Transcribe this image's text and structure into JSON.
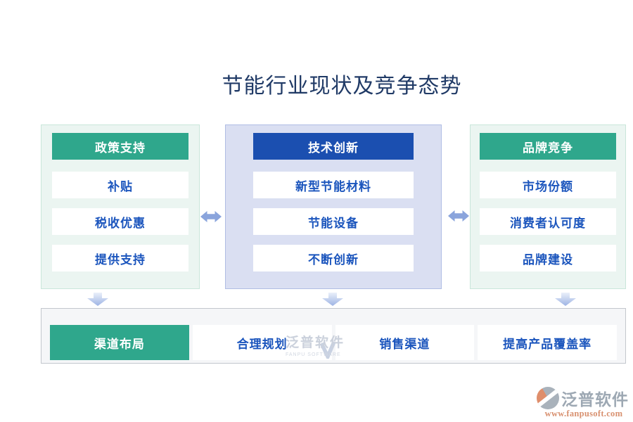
{
  "page": {
    "title": "节能行业现状及竞争态势"
  },
  "columns": [
    {
      "header": "政策支持",
      "theme": "green",
      "items": [
        "补贴",
        "税收优惠",
        "提供支持"
      ]
    },
    {
      "header": "技术创新",
      "theme": "blue",
      "items": [
        "新型节能材料",
        "节能设备",
        "不断创新"
      ]
    },
    {
      "header": "品牌竞争",
      "theme": "green",
      "items": [
        "市场份额",
        "消费者认可度",
        "品牌建设"
      ]
    }
  ],
  "bottom_row": {
    "header": "渠道布局",
    "items": [
      "合理规划",
      "销售渠道",
      "提高产品覆盖率"
    ]
  },
  "connectors": {
    "horizontal_arrow": "left-right-arrow",
    "down_arrow": "down-arrow"
  },
  "watermark_center": {
    "name": "泛普软件",
    "subtitle": "FANPU SOFTWARE"
  },
  "watermark_corner": {
    "name": "泛普软件",
    "url": "www.fanpusoft.com"
  },
  "colors": {
    "green": "#2FA78C",
    "green_panel_bg": "#EBF5F1",
    "green_panel_border": "#C9E6DA",
    "blue": "#1B4FB0",
    "blue_panel_bg": "#DADFF2",
    "blue_panel_border": "#B0BDE4",
    "item_text": "#1B55BD",
    "title_text": "#203A66",
    "arrow": "#8AA4DC",
    "bottom_band_bg": "#F5F6F8"
  }
}
